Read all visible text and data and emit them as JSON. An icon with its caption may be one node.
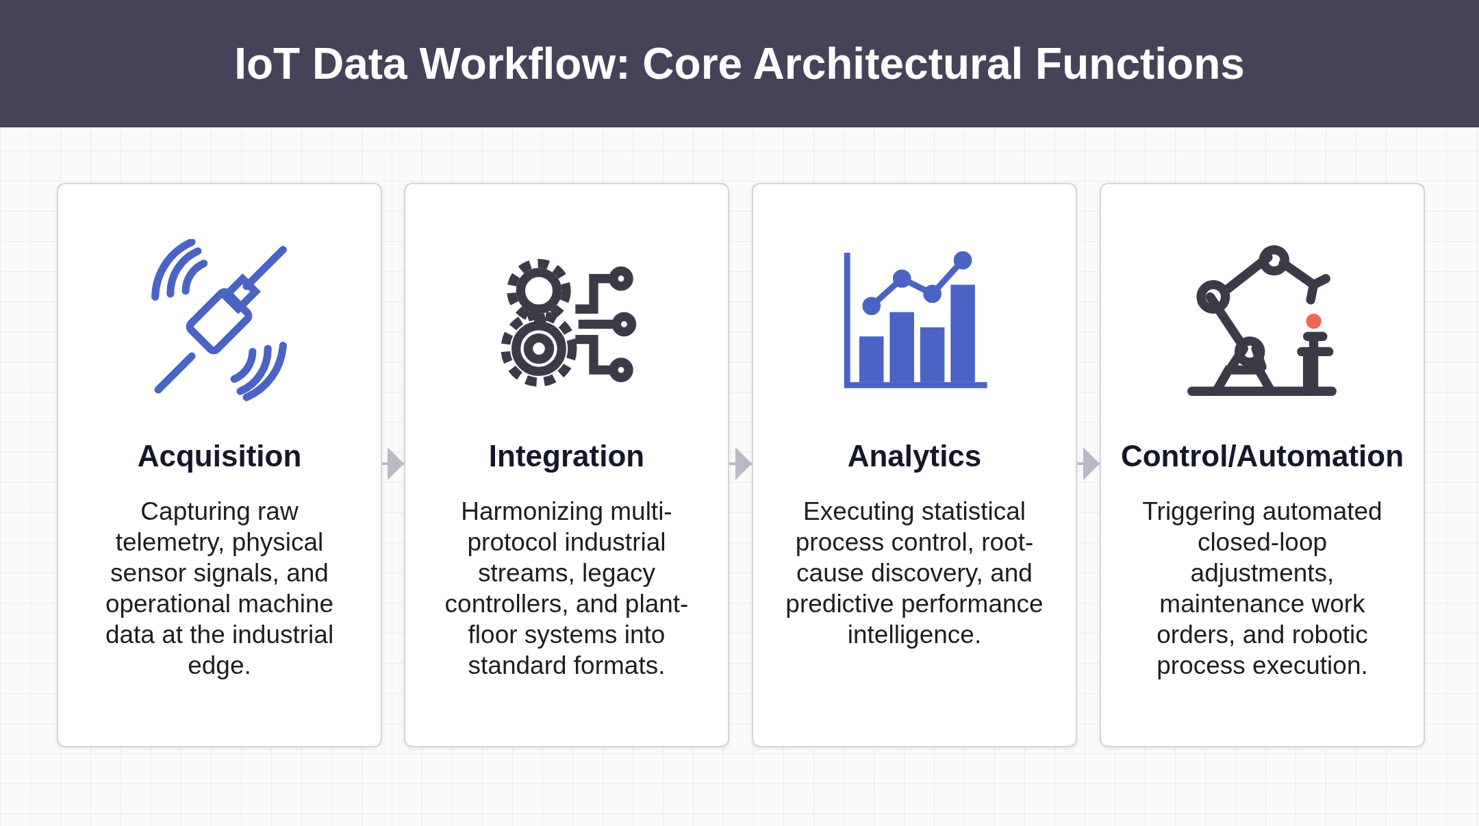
{
  "diagram": {
    "title": "IoT Data Workflow: Core Architectural Functions",
    "nodes": [
      {
        "text": [
          "Acquisition",
          "Capturing raw telemetry, physical sensor signals, and operational machine data at the industrial edge."
        ]
      },
      {
        "text": [
          "Integration",
          "Harmonizing multi-protocol industrial streams, legacy controllers, and plant-floor systems into standard formats."
        ]
      },
      {
        "text": [
          "Analytics",
          "Executing statistical process control, root-cause discovery, and predictive performance intelligence."
        ]
      },
      {
        "text": [
          "Control/Automation",
          "Triggering automated closed-loop adjustments, maintenance work orders, and robotic process execution."
        ]
      }
    ],
    "edges": [
      {
        "from": 0,
        "to": 1,
        "arrow": "to"
      },
      {
        "from": 1,
        "to": 2,
        "arrow": "to"
      },
      {
        "from": 2,
        "to": 3,
        "arrow": "to"
      }
    ]
  }
}
